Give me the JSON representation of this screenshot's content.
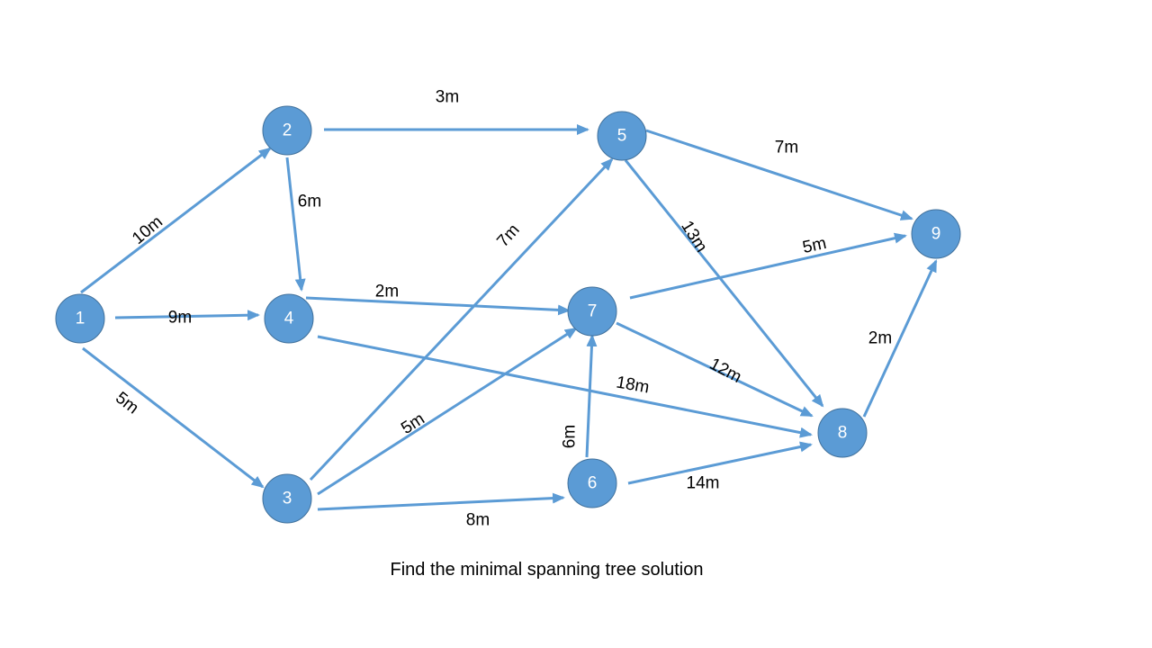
{
  "caption": "Find the minimal spanning tree solution",
  "colors": {
    "node": "#5b9bd5",
    "node_border": "#41719c",
    "edge": "#5b9bd5",
    "node_text": "#ffffff",
    "edge_text": "#000000"
  },
  "nodes": [
    {
      "id": "1",
      "label": "1"
    },
    {
      "id": "2",
      "label": "2"
    },
    {
      "id": "3",
      "label": "3"
    },
    {
      "id": "4",
      "label": "4"
    },
    {
      "id": "5",
      "label": "5"
    },
    {
      "id": "6",
      "label": "6"
    },
    {
      "id": "7",
      "label": "7"
    },
    {
      "id": "8",
      "label": "8"
    },
    {
      "id": "9",
      "label": "9"
    }
  ],
  "edges": [
    {
      "from": "1",
      "to": "2",
      "label": "10m"
    },
    {
      "from": "1",
      "to": "4",
      "label": "9m"
    },
    {
      "from": "1",
      "to": "3",
      "label": "5m"
    },
    {
      "from": "2",
      "to": "5",
      "label": "3m"
    },
    {
      "from": "2",
      "to": "4",
      "label": "6m"
    },
    {
      "from": "4",
      "to": "7",
      "label": "2m"
    },
    {
      "from": "4",
      "to": "8",
      "label": "18m"
    },
    {
      "from": "3",
      "to": "5",
      "label": "7m"
    },
    {
      "from": "3",
      "to": "7",
      "label": "5m"
    },
    {
      "from": "3",
      "to": "6",
      "label": "8m"
    },
    {
      "from": "6",
      "to": "7",
      "label": "6m"
    },
    {
      "from": "6",
      "to": "8",
      "label": "14m"
    },
    {
      "from": "5",
      "to": "9",
      "label": "7m"
    },
    {
      "from": "5",
      "to": "8",
      "label": "13m"
    },
    {
      "from": "7",
      "to": "9",
      "label": "5m"
    },
    {
      "from": "7",
      "to": "8",
      "label": "12m"
    },
    {
      "from": "8",
      "to": "9",
      "label": "2m"
    }
  ]
}
